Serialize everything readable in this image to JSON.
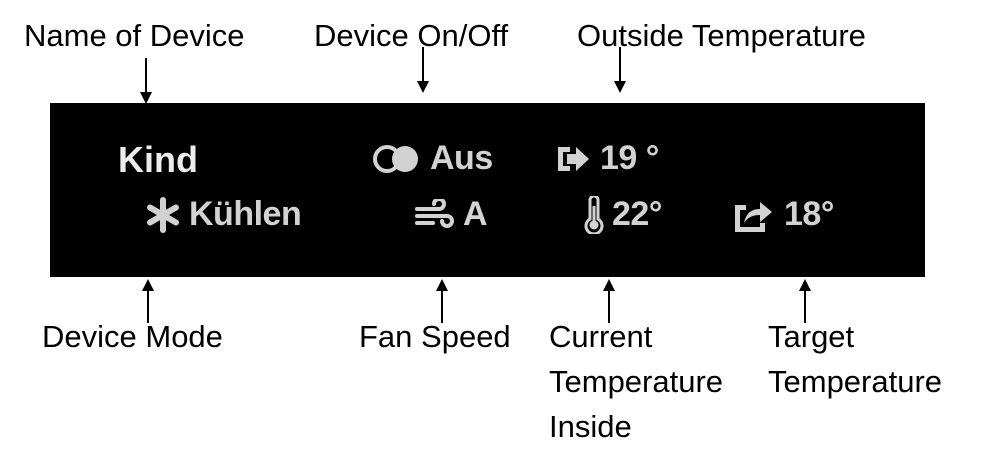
{
  "annotations": {
    "name_of_device": "Name of Device",
    "device_on_off": "Device On/Off",
    "outside_temperature": "Outside Temperature",
    "device_mode": "Device Mode",
    "fan_speed": "Fan Speed",
    "current_temperature_inside": [
      "Current",
      "Temperature",
      "Inside"
    ],
    "target_temperature": [
      "Target",
      "Temperature"
    ]
  },
  "device": {
    "name": "Kind",
    "power": {
      "icon": "toggle-icon",
      "text": "Aus"
    },
    "outside_temp": {
      "icon": "arrow-right-box-icon",
      "text": "19 °"
    },
    "mode": {
      "icon": "snowflake-icon",
      "text": "Kühlen"
    },
    "fan": {
      "icon": "fan-wind-icon",
      "text": "A"
    },
    "inside_temp": {
      "icon": "thermometer-icon",
      "text": "22°"
    },
    "target_temp": {
      "icon": "share-arrow-icon",
      "text": "18°"
    }
  },
  "colors": {
    "background": "#ffffff",
    "panel": "#000000",
    "panel_text": "#d2d2d2",
    "annotation_text": "#000000"
  }
}
